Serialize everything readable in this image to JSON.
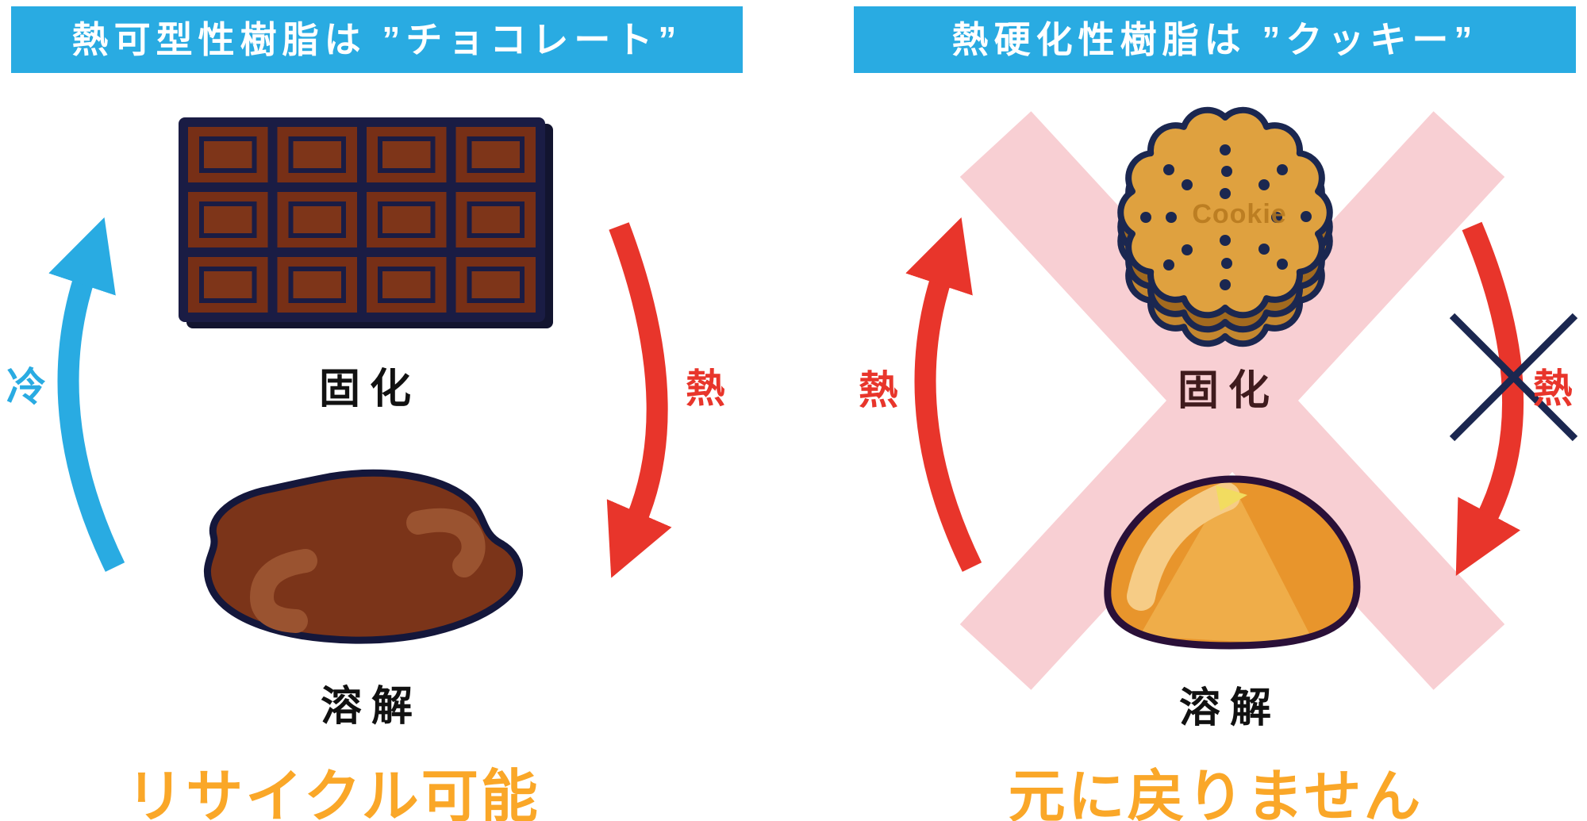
{
  "left_panel": {
    "header": "熱可型性樹脂は ”チョコレート”",
    "solid_label": "固化",
    "melt_label": "溶解",
    "cool_label": "冷",
    "heat_label": "熱",
    "caption": "リサイクル可能"
  },
  "right_panel": {
    "header": "熱硬化性樹脂は ”クッキー”",
    "solid_label": "固化",
    "melt_label": "溶解",
    "heat_up_label": "熱",
    "heat_down_label": "熱",
    "cookie_stamp": "Cookie",
    "caption": "元に戻りません"
  },
  "icons": {
    "chocolate_bar": "chocolate-bar-illustration",
    "melted_chocolate": "melted-chocolate-illustration",
    "cookie": "cookie-illustration",
    "dough": "dough-illustration",
    "cool_arrow": "curved-up-arrow",
    "heat_arrow": "curved-down-arrow",
    "forbidden_cross": "x-cross-over-arrow",
    "pink_x": "large-pink-x-background"
  },
  "colors": {
    "banner_blue": "#29abe2",
    "arrow_blue": "#29abe2",
    "arrow_red": "#e8352b",
    "caption_orange": "#faa728",
    "pink_x": "#f8cfd3",
    "outline_navy": "#1b2750",
    "chocolate_brown": "#7b3118",
    "cookie_gold": "#dfa13f",
    "dough_orange": "#e8952c"
  }
}
